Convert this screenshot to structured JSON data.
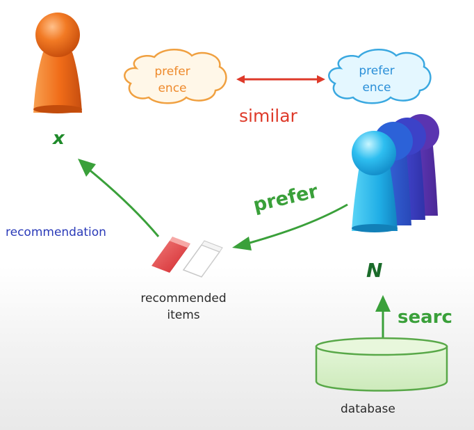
{
  "diagram": {
    "user_x": {
      "label": "x",
      "icon": "orange-person-icon"
    },
    "preference_left": {
      "line1": "prefer",
      "line2": "ence",
      "color": "#ee8a2c"
    },
    "preference_right": {
      "line1": "prefer",
      "line2": "ence",
      "color": "#2a8fd8"
    },
    "similar_label": "similar",
    "group_n": {
      "label": "N",
      "icon": "person-group-icon"
    },
    "prefer_label": "prefer",
    "recommendation_label": "recommendation",
    "recommended_items": {
      "line1": "recommended",
      "line2": "items"
    },
    "search_label": "searc",
    "database_label": "database",
    "colors": {
      "arrow_green": "#3aa03a",
      "arrow_red": "#de3a2a",
      "database_fill": "#d6f0c6",
      "database_stroke": "#58a848"
    }
  }
}
